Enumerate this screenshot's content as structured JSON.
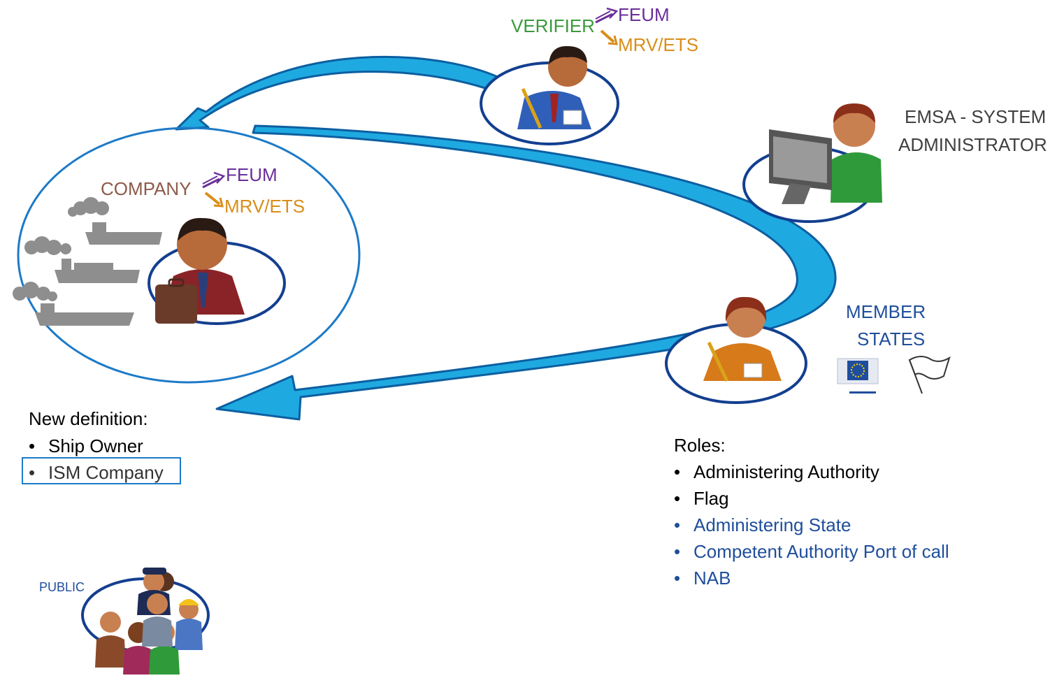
{
  "verifier": {
    "label": "VERIFIER",
    "feum": "FEUM",
    "mrv_ets": "MRV/ETS"
  },
  "company": {
    "label": "COMPANY",
    "feum": "FEUM",
    "mrv_ets": "MRV/ETS"
  },
  "emsa": {
    "line1": "EMSA - SYSTEM",
    "line2": "ADMINISTRATOR"
  },
  "member_states": {
    "line1": "MEMBER",
    "line2": "STATES"
  },
  "new_definition": {
    "heading": "New definition:",
    "items": [
      "Ship Owner",
      "ISM Company"
    ]
  },
  "roles": {
    "heading": "Roles:",
    "items": [
      "Administering Authority",
      "Flag",
      "Administering State",
      "Competent Authority Port of call",
      "NAB"
    ]
  },
  "public": {
    "label": "PUBLIC"
  },
  "colors": {
    "arrow": "#1fa9e1",
    "ring": "#133f8f",
    "verifier_label": "#3a9a3a",
    "company_label": "#8e5a4a",
    "feum": "#6a2f99",
    "mrv": "#d98e1a",
    "member_states": "#1f4e9c",
    "roles_highlight": "#1f4e9c"
  }
}
